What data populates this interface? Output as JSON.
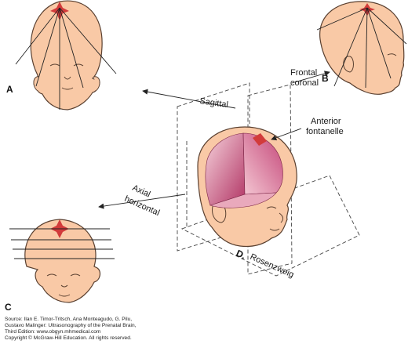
{
  "colors": {
    "skin": "#f9c9a6",
    "skin_outline": "#5a4030",
    "fontanelle": "#d23b3b",
    "brain_light": "#f6d3dc",
    "brain_dark": "#b23565",
    "plane_line": "#444444",
    "accent": "#e06060"
  },
  "panels": {
    "a": "A",
    "b": "B",
    "c": "C",
    "d": "D."
  },
  "labels": {
    "sagittal": "Sagittal",
    "frontal_line1": "Frontal",
    "frontal_line2": "coronal",
    "anterior_line1": "Anterior",
    "anterior_line2": "fontanelle",
    "axial_line1": "Axial",
    "axial_line2": "horizontal",
    "artist": "Rosenzweig"
  },
  "source": {
    "line1": "Source: Ilan E. Timor-Tritsch, Ana Monteagudo, G. Pilu,",
    "line2": "Gustavo Malinger: Ultrasonography of the Prenatal Brain,",
    "line3": "Third Edition: www.obgyn.mhmedical.com",
    "line4": "Copyright © McGraw-Hill Education. All rights reserved."
  }
}
